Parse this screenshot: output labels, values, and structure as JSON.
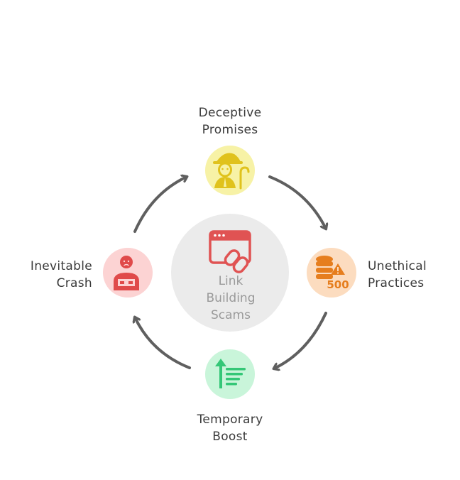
{
  "diagram": {
    "center": {
      "lines": [
        "Link",
        "Building",
        "Scams"
      ],
      "icon": "browser-link-icon"
    },
    "nodes": [
      {
        "id": "deceptive",
        "lines": [
          "Deceptive",
          "Promises"
        ],
        "icon": "con-man-icon",
        "color": "#f7f2a6",
        "icon_color": "#e0c21c"
      },
      {
        "id": "unethical",
        "lines": [
          "Unethical",
          "Practices"
        ],
        "icon": "database-error-500-icon",
        "color": "#fcdcbf",
        "icon_color": "#e67e1e"
      },
      {
        "id": "temporary",
        "lines": [
          "Temporary",
          "Boost"
        ],
        "icon": "rising-list-icon",
        "color": "#c9f5da",
        "icon_color": "#34c777"
      },
      {
        "id": "inevitable",
        "lines": [
          "Inevitable",
          "Crash"
        ],
        "icon": "sad-worker-icon",
        "color": "#fcd3d3",
        "icon_color": "#e04a4a"
      }
    ],
    "center_color": "#ebebeb",
    "center_icon_color": "#e05353",
    "arrow_color": "#5f5f5f"
  }
}
